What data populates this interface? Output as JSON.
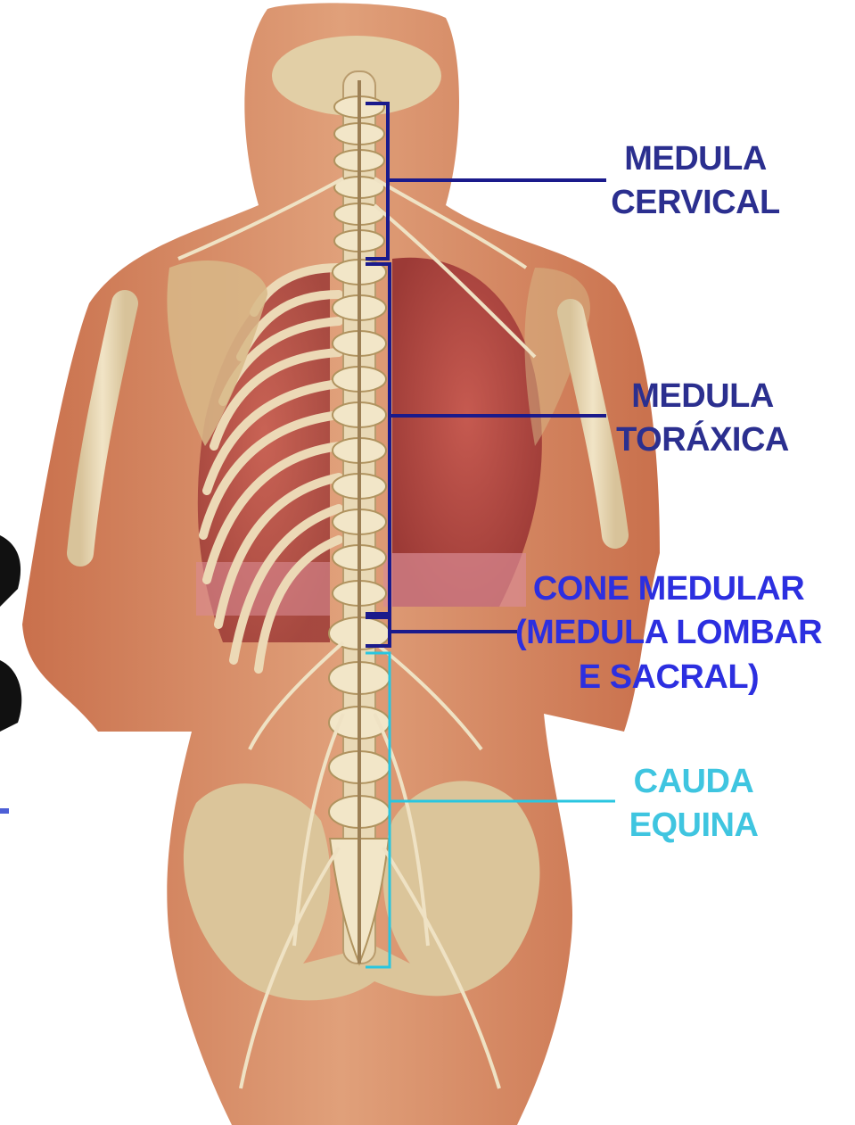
{
  "colors": {
    "label_dark": "#2b2f8f",
    "label_cone": "#2c2fe0",
    "label_cauda": "#3fc5e0",
    "bracket_dark": "#1a1a8c",
    "bracket_cauda": "#29c6e0",
    "skin": "#d98b64",
    "bone": "#e6d3ad",
    "lung": "#b5453f"
  },
  "labels": {
    "cervical": [
      "MEDULA",
      "CERVICAL"
    ],
    "toracica": [
      "MEDULA",
      "TORÁXICA"
    ],
    "cone": [
      "CONE MEDULAR",
      "(MEDULA LOMBAR",
      "E SACRAL)"
    ],
    "cauda": [
      "CAUDA",
      "EQUINA"
    ]
  }
}
